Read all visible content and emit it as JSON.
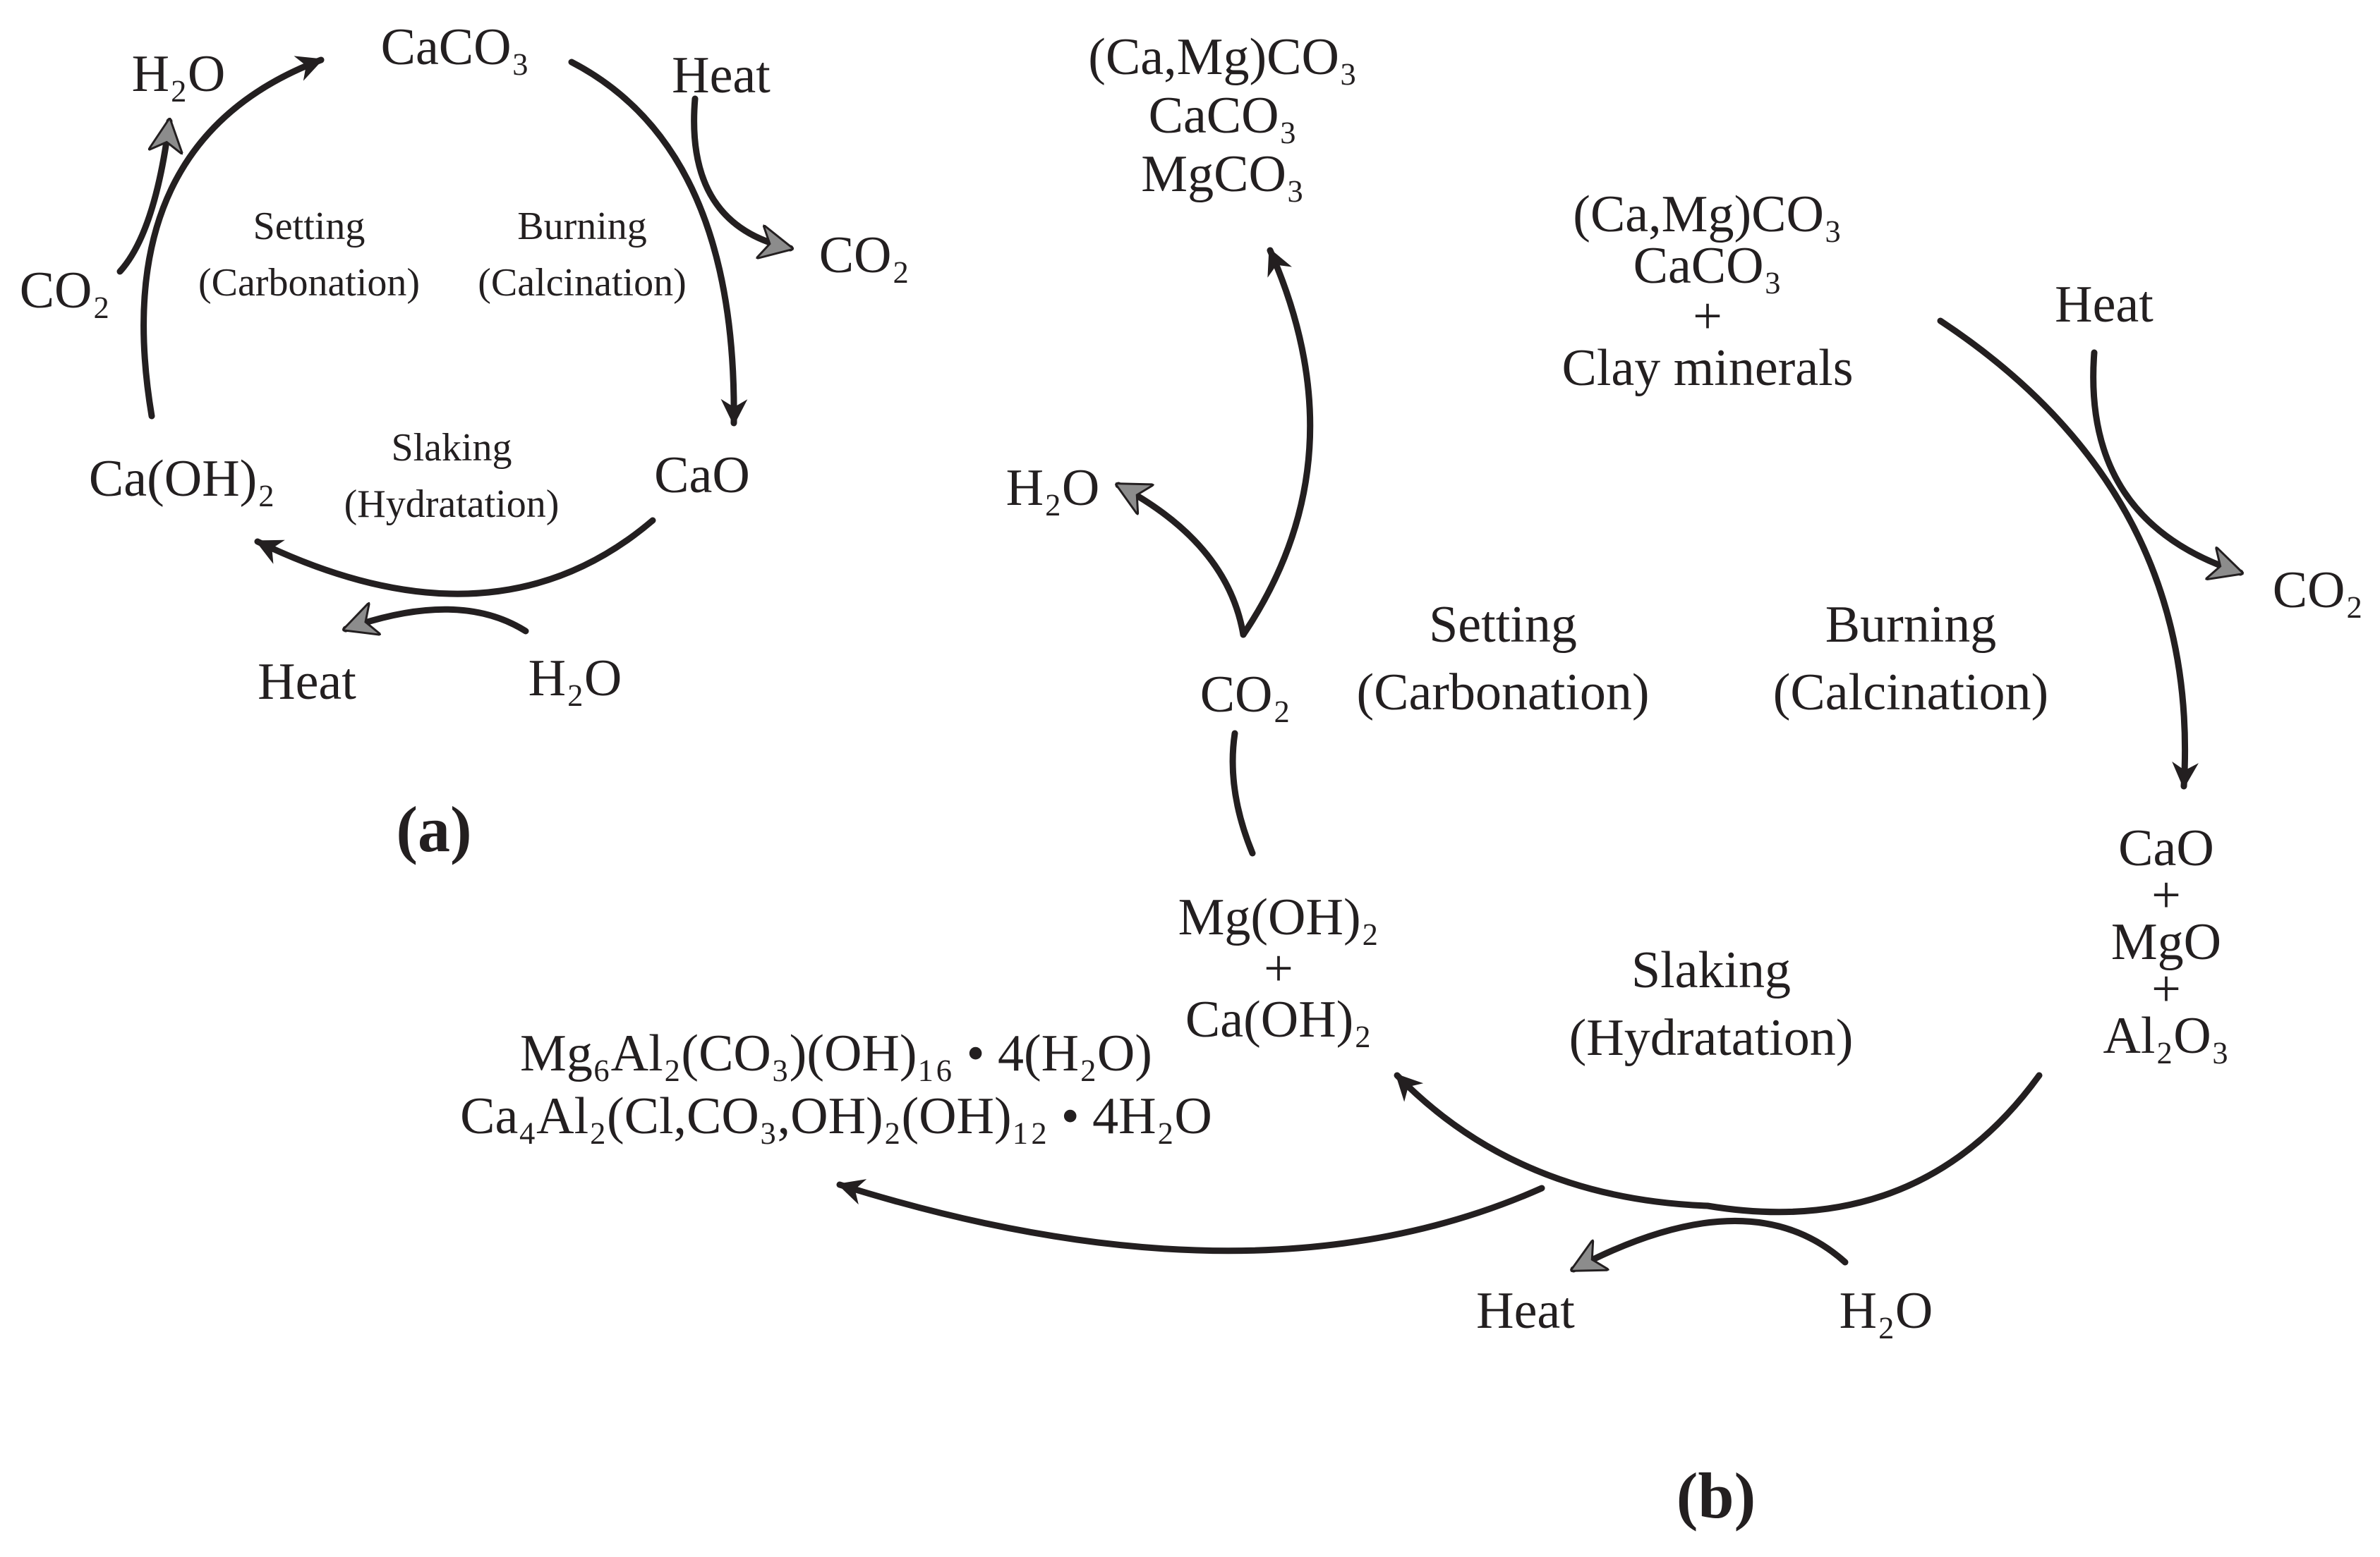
{
  "panel_a": {
    "label": "(a)",
    "species": {
      "top": "CaCO₃",
      "right": "CaO",
      "left": "Ca(OH)₂"
    },
    "inputs_outputs": {
      "heat_in": "Heat",
      "co2_out": "CO₂",
      "h2o_in": "H₂O",
      "heat_out": "Heat",
      "co2_in": "CO₂",
      "h2o_out": "H₂O"
    },
    "processes": {
      "setting": [
        "Setting",
        "(Carbonation)"
      ],
      "burning": [
        "Burning",
        "(Calcination)"
      ],
      "slaking": [
        "Slaking",
        "(Hydratation)"
      ]
    }
  },
  "panel_b": {
    "label": "(b)",
    "top_products": [
      "(Ca,Mg)CO₃",
      "CaCO₃",
      "MgCO₃"
    ],
    "raw_materials": [
      "(Ca,Mg)CO₃",
      "CaCO₃",
      "+",
      "Clay minerals"
    ],
    "oxides": [
      "CaO",
      "+",
      "MgO",
      "+",
      "Al₂O₃"
    ],
    "hydroxides": [
      "Mg(OH)₂",
      "+",
      "Ca(OH)₂"
    ],
    "hydrates": [
      "Mg₆Al₂(CO₃)(OH)₁₆ • 4(H₂O)",
      "Ca₄Al₂(Cl,CO₃,OH)₂(OH)₁₂ • 4H₂O"
    ],
    "inputs_outputs": {
      "heat_in": "Heat",
      "co2_out": "CO₂",
      "h2o_in": "H₂O",
      "heat_out": "Heat",
      "co2_in": "CO₂",
      "h2o_out": "H₂O"
    },
    "processes": {
      "setting": [
        "Setting",
        "(Carbonation)"
      ],
      "burning": [
        "Burning",
        "(Calcination)"
      ],
      "slaking": [
        "Slaking",
        "(Hydratation)"
      ]
    }
  },
  "colors": {
    "arrow": "#231f20",
    "arrowhead_gray": "#8c8c8c"
  }
}
